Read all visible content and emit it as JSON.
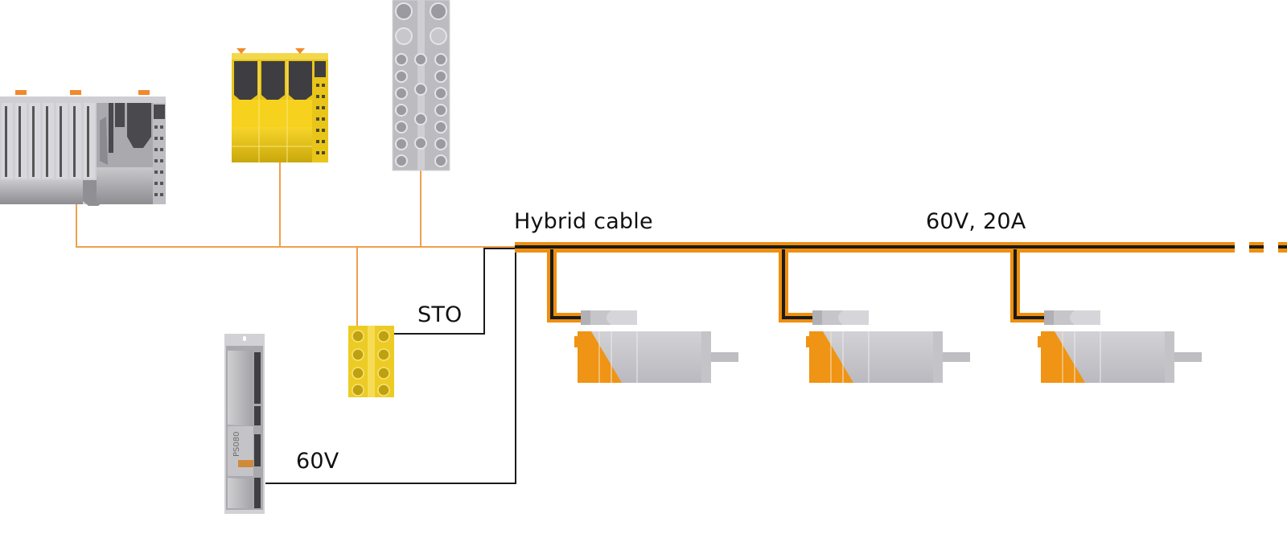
{
  "diagram": {
    "title": "Hybrid cable drive system topology",
    "labels": {
      "hybrid_cable": "Hybrid cable",
      "bus_rating": "60V, 20A",
      "sto": "STO",
      "supply_voltage": "60V"
    },
    "devices": {
      "controller": {
        "name": "I/O controller rack"
      },
      "safety_controller": {
        "name": "Safety controller (yellow)"
      },
      "distribution_module": {
        "name": "Cable distribution module"
      },
      "sto_relay": {
        "name": "STO safety module (yellow)"
      },
      "power_supply": {
        "name": "Power supply",
        "model_text": "PS080"
      },
      "motors": [
        {
          "name": "Servo motor 1"
        },
        {
          "name": "Servo motor 2"
        },
        {
          "name": "Servo motor 3"
        }
      ]
    },
    "connections": [
      {
        "from": "controller",
        "to": "fieldbus",
        "type": "fieldbus"
      },
      {
        "from": "safety_controller",
        "to": "fieldbus",
        "type": "fieldbus"
      },
      {
        "from": "distribution_module",
        "to": "fieldbus",
        "type": "fieldbus"
      },
      {
        "from": "sto_relay",
        "to": "fieldbus",
        "type": "fieldbus"
      },
      {
        "from": "sto_relay",
        "to": "hybrid_cable",
        "type": "STO"
      },
      {
        "from": "power_supply",
        "to": "hybrid_cable",
        "type": "60V"
      },
      {
        "from": "hybrid_cable",
        "to": "motors",
        "type": "hybrid",
        "continues": true
      }
    ],
    "colors": {
      "fieldbus": "#f0a04b",
      "hybrid_outer": "#ee8f10",
      "hybrid_core": "#1b1b1b",
      "signal_line": "#1b1b1b",
      "safety_yellow": "#f2cf1c",
      "device_gray": "#b8b8bc",
      "motor_orange": "#ef9414"
    }
  }
}
